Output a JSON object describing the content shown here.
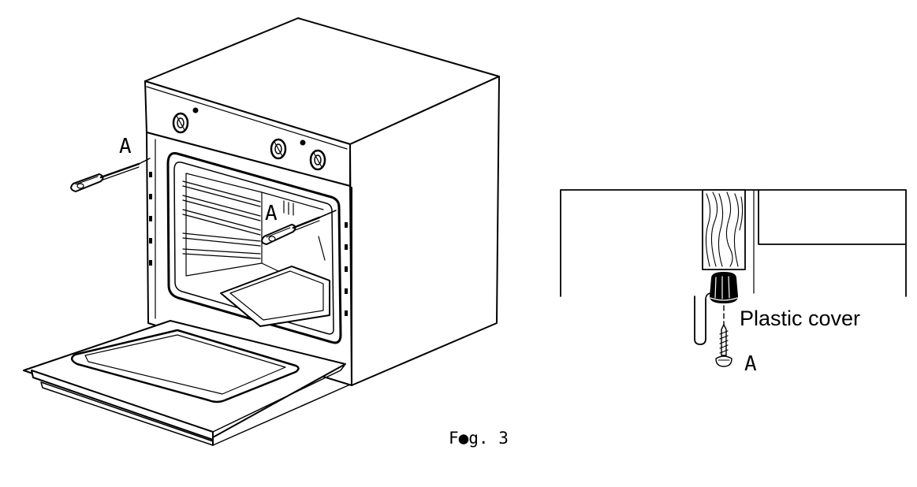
{
  "left_figure": {
    "label_a_left": "A",
    "label_a_inside": "A"
  },
  "right_figure": {
    "plastic_cover_label": "Plastic cover",
    "label_a_screw": "A"
  },
  "caption": "F●g. 3"
}
